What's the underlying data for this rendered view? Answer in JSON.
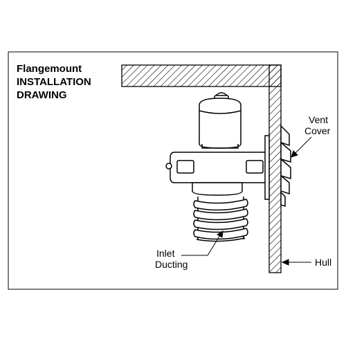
{
  "title": {
    "line1": "Flangemount",
    "line2": "INSTALLATION",
    "line3": "DRAWING"
  },
  "labels": {
    "vent_cover_line1": "Vent",
    "vent_cover_line2": "Cover",
    "inlet_ducting_line1": "Inlet",
    "inlet_ducting_line2": "Ducting",
    "hull": "Hull"
  },
  "colors": {
    "stroke": "#000000",
    "background": "#ffffff"
  }
}
